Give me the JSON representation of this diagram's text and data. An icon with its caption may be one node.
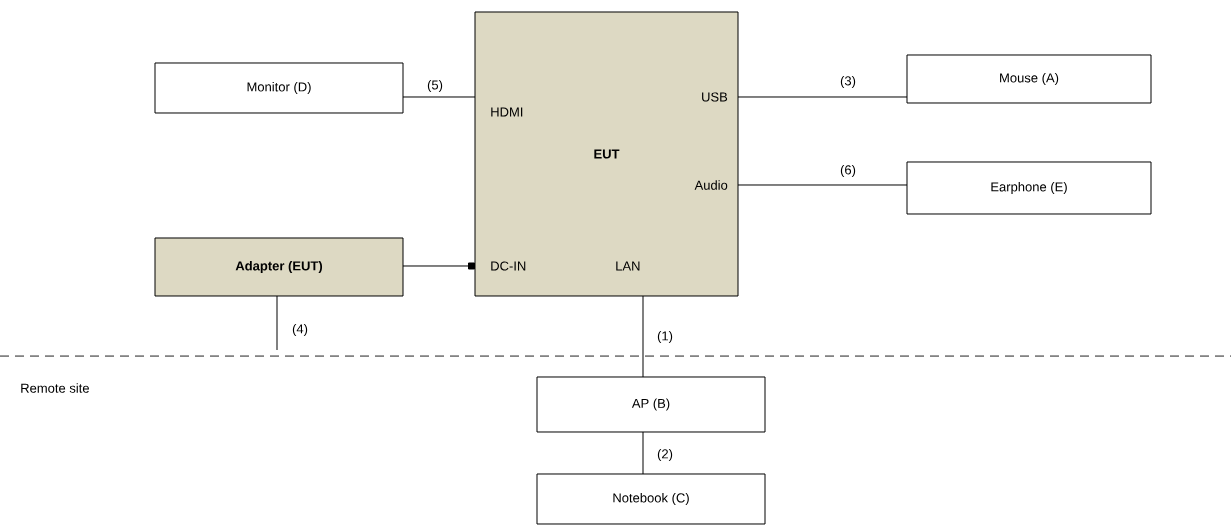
{
  "diagram": {
    "nodes": [
      {
        "text": [
          "EUT"
        ]
      },
      {
        "text": [
          "Monitor (D)"
        ]
      },
      {
        "text": [
          "Mouse (A)"
        ]
      },
      {
        "text": [
          "Earphone (E)"
        ]
      },
      {
        "text": [
          "Adapter (EUT)"
        ]
      },
      {
        "text": [
          "AP (B)"
        ]
      },
      {
        "text": [
          "Notebook (C)"
        ]
      }
    ],
    "edges": [
      {
        "from": 1,
        "to": 0,
        "arrow": "none",
        "label": "(5)"
      },
      {
        "from": 0,
        "to": 2,
        "arrow": "none",
        "label": "(3)"
      },
      {
        "from": 0,
        "to": 3,
        "arrow": "none",
        "label": "(6)"
      },
      {
        "from": 4,
        "to": 0,
        "arrow": "other"
      },
      {
        "from": 4,
        "to": null,
        "arrow": "none",
        "label": "(4)"
      },
      {
        "from": 0,
        "to": 5,
        "arrow": "none",
        "label": "(1)"
      },
      {
        "from": 5,
        "to": 6,
        "arrow": "none",
        "label": "(2)"
      }
    ],
    "labels": [
      "HDMI",
      "USB",
      "Audio",
      "DC-IN",
      "LAN",
      "Remote site"
    ]
  }
}
